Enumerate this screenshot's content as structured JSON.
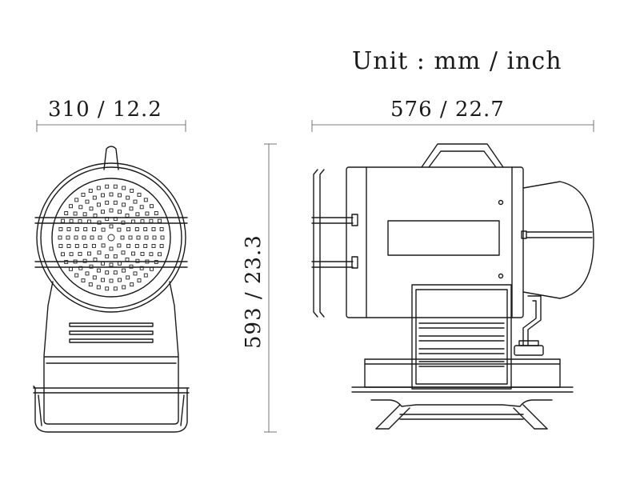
{
  "unit_label": "Unit : mm / inch",
  "width_label": "310 / 12.2",
  "length_label": "576 / 22.7",
  "height_label": "593 / 23.3"
}
